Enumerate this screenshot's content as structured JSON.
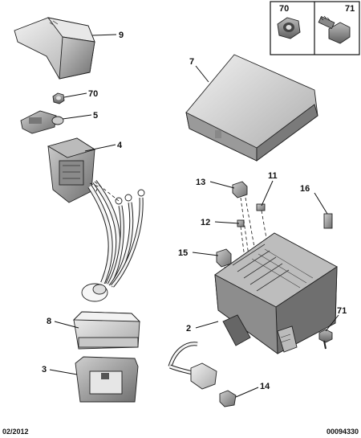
{
  "callouts": {
    "c9": "9",
    "c70_top": "70",
    "c5": "5",
    "c4": "4",
    "c7": "7",
    "c13": "13",
    "c11": "11",
    "c16": "16",
    "c12": "12",
    "c15": "15",
    "c2": "2",
    "c71_side": "71",
    "c8": "8",
    "c3": "3",
    "c14": "14"
  },
  "inset": {
    "nut_label": "70",
    "bolt_label": "71"
  },
  "footer": {
    "date": "02/2012",
    "ref": "00094330"
  }
}
